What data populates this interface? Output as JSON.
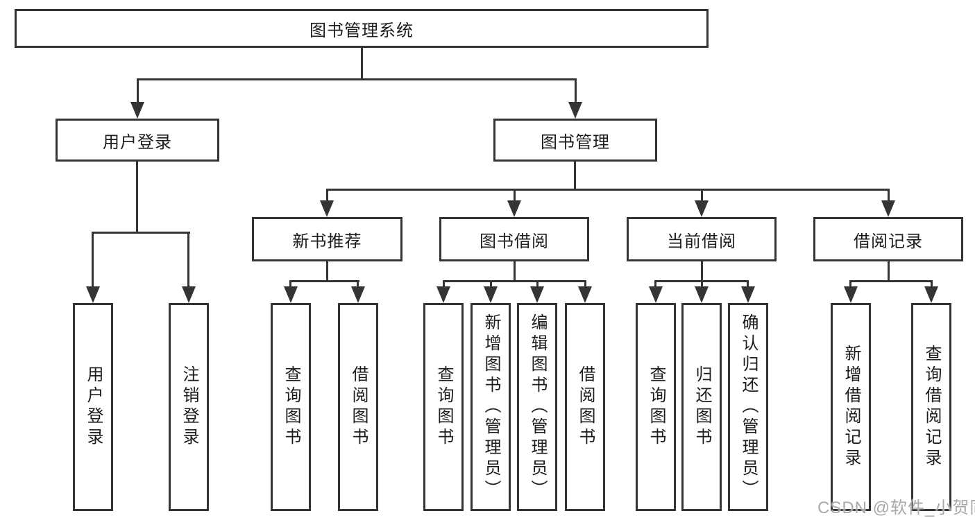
{
  "colors": {
    "background": "#ffffff",
    "line": "#343434",
    "box_border": "#343434",
    "box_fill": "#ffffff",
    "text": "#1c1c1c",
    "watermark": "#a8a8a8"
  },
  "tree": {
    "root": {
      "label": "图书管理系统"
    },
    "branches": [
      {
        "label": "用户登录",
        "children": [
          {
            "label": "用户登录"
          },
          {
            "label": "注销登录"
          }
        ]
      },
      {
        "label": "图书管理",
        "groups": [
          {
            "label": "新书推荐",
            "children": [
              {
                "label": "查询图书"
              },
              {
                "label": "借阅图书"
              }
            ]
          },
          {
            "label": "图书借阅",
            "children": [
              {
                "label": "查询图书"
              },
              {
                "label": "新增图书（管理员）"
              },
              {
                "label": "编辑图书（管理员）"
              },
              {
                "label": "借阅图书"
              }
            ]
          },
          {
            "label": "当前借阅",
            "children": [
              {
                "label": "查询图书"
              },
              {
                "label": "归还图书"
              },
              {
                "label": "确认归还（管理员）"
              }
            ]
          },
          {
            "label": "借阅记录",
            "children": [
              {
                "label": "新增借阅记录"
              },
              {
                "label": "查询借阅记录"
              }
            ]
          }
        ]
      }
    ]
  },
  "watermark": {
    "text": "CSDN @软件_小贺同学"
  }
}
